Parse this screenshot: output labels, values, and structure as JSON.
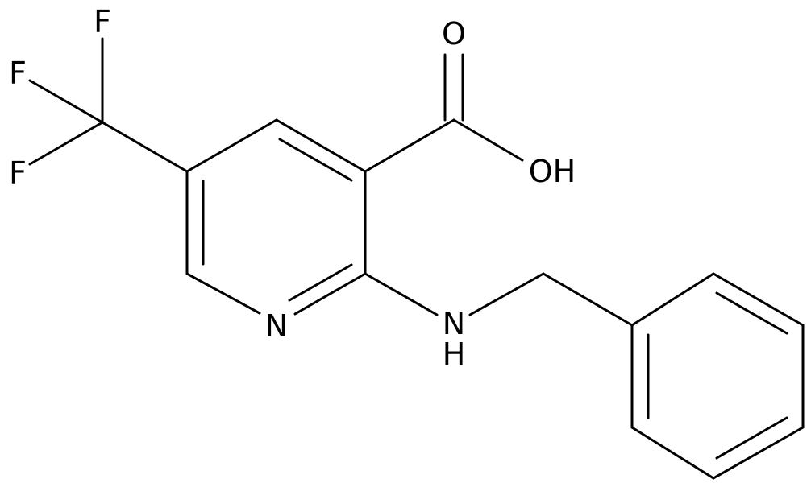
{
  "molecule": {
    "atoms": {
      "oxygen_carbonyl": "O",
      "hydroxyl": "OH",
      "fluorine_top": "F",
      "fluorine_middle": "F",
      "fluorine_bottom": "F",
      "ring_nitrogen": "N",
      "amine_nitrogen": "N",
      "amine_hydrogen": "H"
    }
  }
}
